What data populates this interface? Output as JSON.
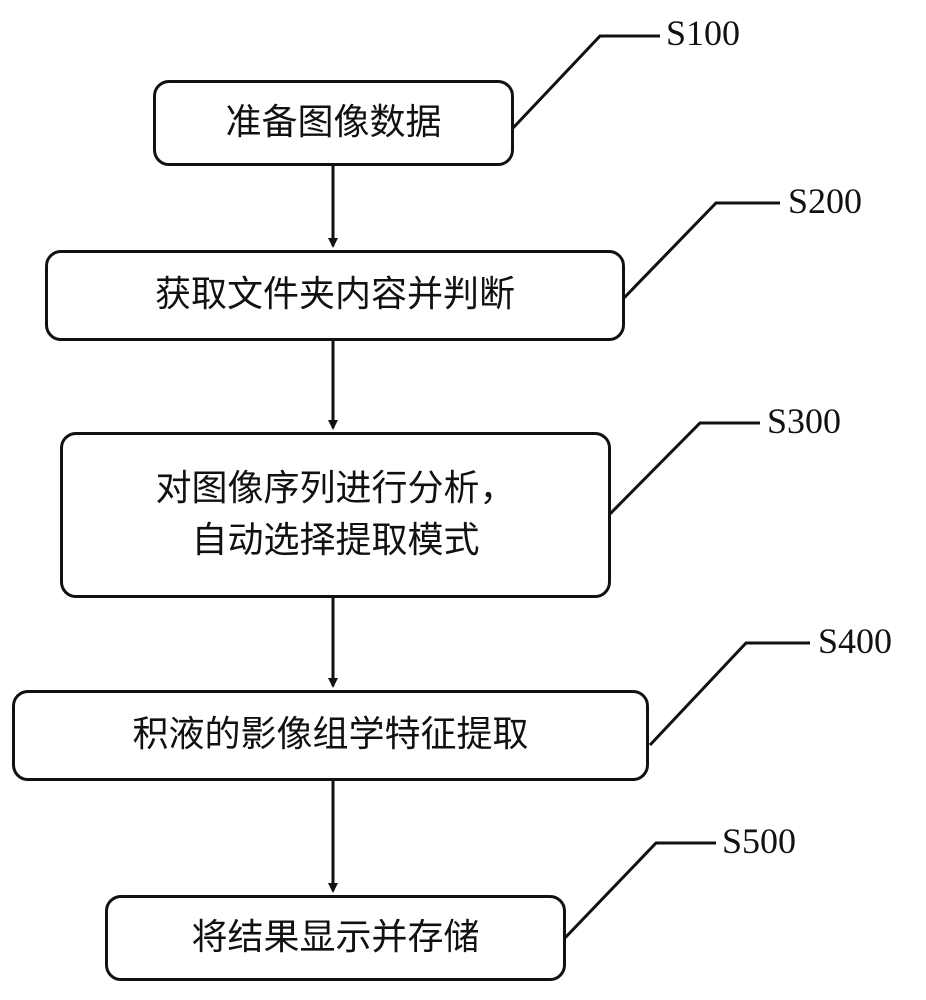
{
  "steps": [
    {
      "id": "S100",
      "lines": [
        "准备图像数据"
      ]
    },
    {
      "id": "S200",
      "lines": [
        "获取文件夹内容并判断"
      ]
    },
    {
      "id": "S300",
      "lines": [
        "对图像序列进行分析，",
        "自动选择提取模式"
      ]
    },
    {
      "id": "S400",
      "lines": [
        "积液的影像组学特征提取"
      ]
    },
    {
      "id": "S500",
      "lines": [
        "将结果显示并存储"
      ]
    }
  ]
}
